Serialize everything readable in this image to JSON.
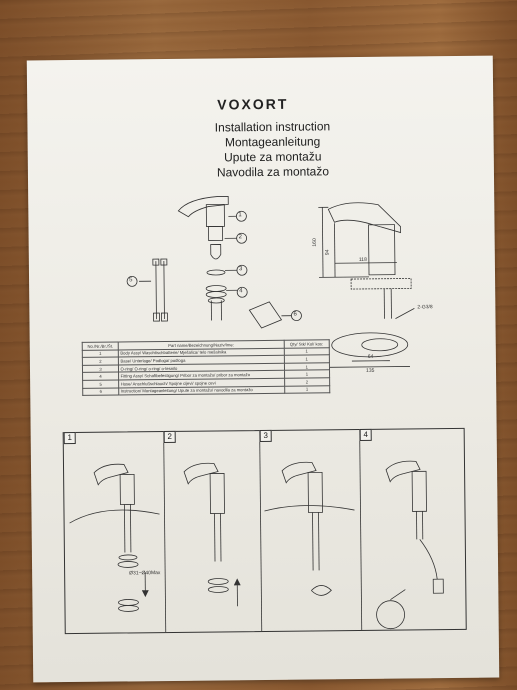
{
  "document": {
    "brand": "VOXORT",
    "titles": [
      "Installation instruction",
      "Montageanleitung",
      "Upute za montažu",
      "Navodila za montažo"
    ],
    "callouts": [
      "1",
      "2",
      "3",
      "4",
      "5",
      "6"
    ],
    "dimensions": {
      "height_total": "160",
      "height_spout": "94",
      "reach": "118",
      "thread": "2-G3/8",
      "top_width": "64",
      "top_length": "135"
    },
    "parts_table": {
      "headers": [
        "No./Nr./Br./Št.",
        "Part name/Bezeichnung/Naziv/Ime:",
        "Qty/ Stk/ Kol/ kos:"
      ],
      "rows": [
        {
          "no": "1",
          "name": "Body Assy/ Waschtischbatterie/ Mješalica/ telo mešalnika",
          "qty": "1"
        },
        {
          "no": "2",
          "name": "Base/ Unterlage/ Podloga/ podloga",
          "qty": "1"
        },
        {
          "no": "3",
          "name": "O-ring/ O-ring/ o-ring/ o-tesnilo",
          "qty": "1"
        },
        {
          "no": "4",
          "name": "Fitting Assy/ Schaftbefestigung/ Pribor za montažu/ pribor za montažo",
          "qty": "1"
        },
        {
          "no": "5",
          "name": "Hose/ Anschlußschlauch/ Spojne cijevi/ spojne cevi",
          "qty": "2"
        },
        {
          "no": "6",
          "name": "Instruction/ Montageanleitung/ Upute za montažu/ navodila za montažo",
          "qty": "1"
        }
      ]
    },
    "steps": [
      "1",
      "2",
      "3",
      "4"
    ],
    "step1_note": "Ø31~Ø40Max"
  }
}
